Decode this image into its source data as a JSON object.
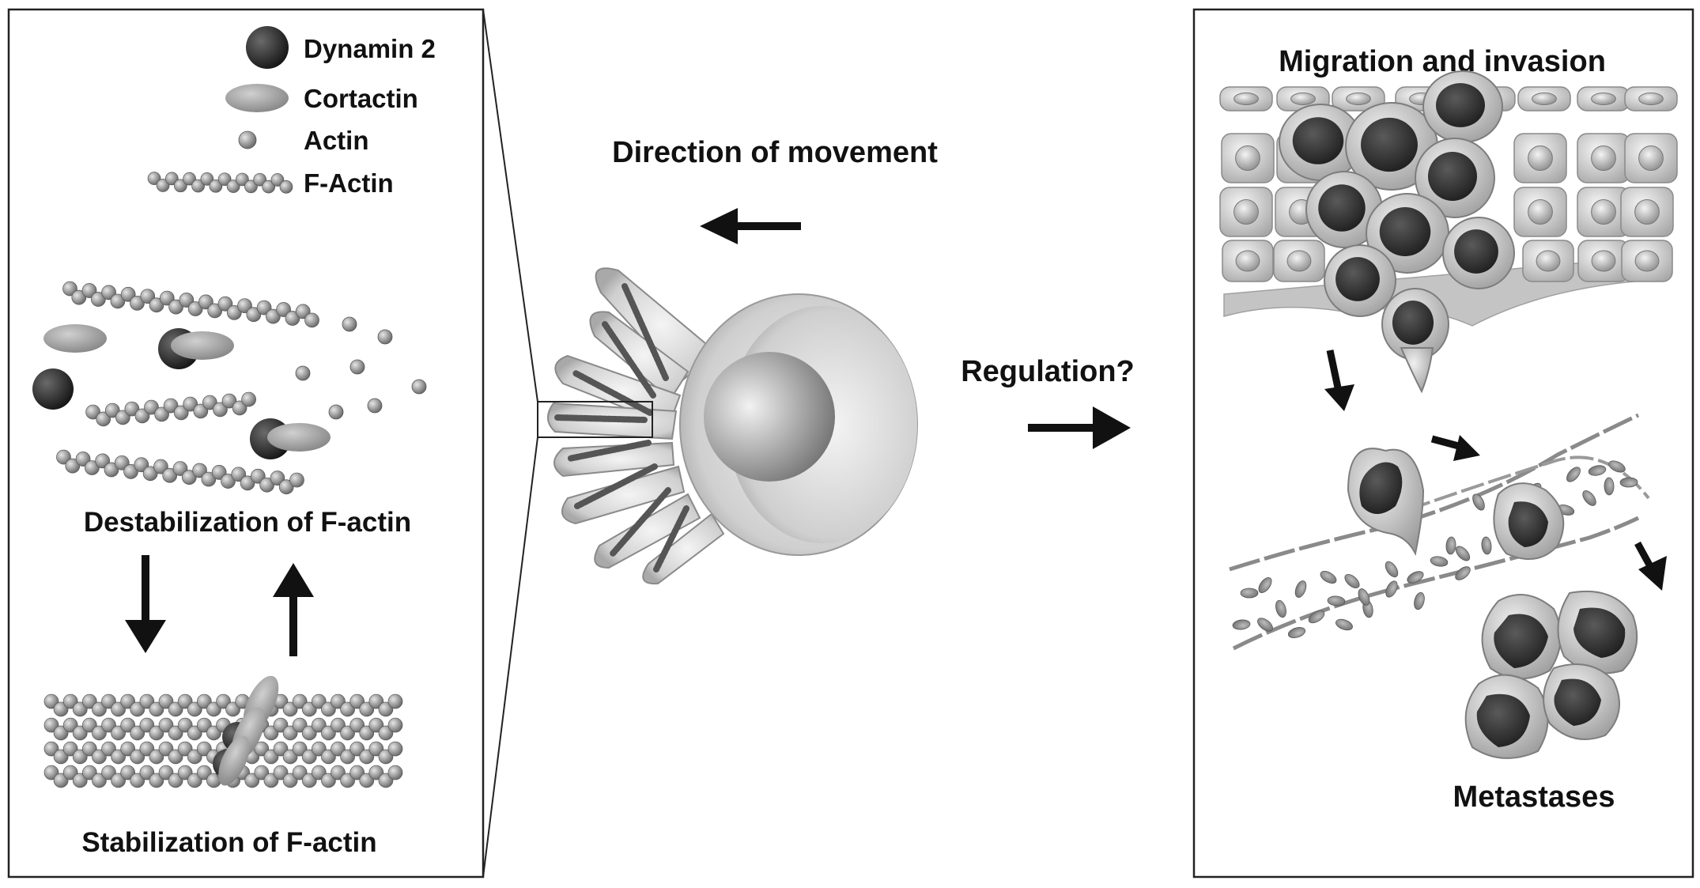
{
  "legend": {
    "dynamin": "Dynamin 2",
    "cortactin": "Cortactin",
    "actin": "Actin",
    "factin": "F-Actin"
  },
  "left_panel": {
    "destabilization": "Destabilization of F-actin",
    "stabilization": "Stabilization of F-actin"
  },
  "center": {
    "direction": "Direction of movement",
    "regulation": "Regulation?"
  },
  "right_panel": {
    "migration": "Migration and invasion",
    "metastases": "Metastases"
  },
  "colors": {
    "frame": "#222222",
    "arrow": "#111111",
    "dynamin": "#2b2b2b",
    "cortactin": "#9a9a9a",
    "actin": "#8a8a8a",
    "cell": "#d2d2d2"
  }
}
